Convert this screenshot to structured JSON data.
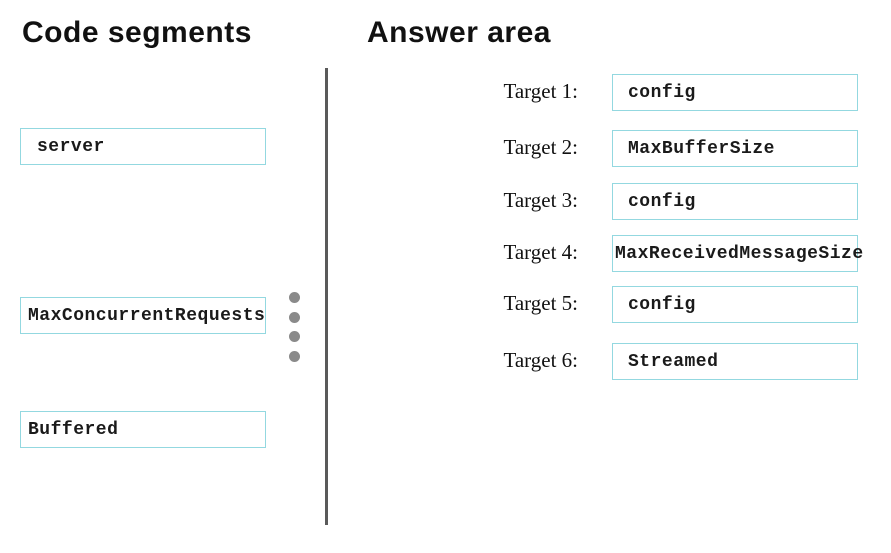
{
  "page": {
    "background": "#ffffff",
    "box_border_color": "#93d8e0",
    "divider_color": "#5a5a5a",
    "dot_color": "#8a8a8a",
    "text_color": "#111111"
  },
  "left_panel": {
    "title": "Code segments",
    "segments": [
      {
        "label": "server"
      },
      {
        "label": "MaxConcurrentRequests"
      },
      {
        "label": "Buffered"
      }
    ]
  },
  "right_panel": {
    "title": "Answer area",
    "targets": [
      {
        "label": "Target 1:",
        "value": "config"
      },
      {
        "label": "Target 2:",
        "value": "MaxBufferSize"
      },
      {
        "label": "Target 3:",
        "value": "config"
      },
      {
        "label": "Target 4:",
        "value": "MaxReceivedMessageSize"
      },
      {
        "label": "Target 5:",
        "value": "config"
      },
      {
        "label": "Target 6:",
        "value": "Streamed"
      }
    ]
  }
}
